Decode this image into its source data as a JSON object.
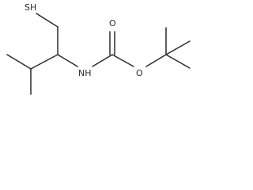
{
  "molecule": {
    "atoms": {
      "thiol": "SH",
      "amine": "NH",
      "carbonyl_oxygen": "O",
      "ester_oxygen": "O"
    },
    "colors": {
      "bond": "#2b2b2b",
      "label": "#2b2b2b",
      "background": "#ffffff"
    }
  }
}
